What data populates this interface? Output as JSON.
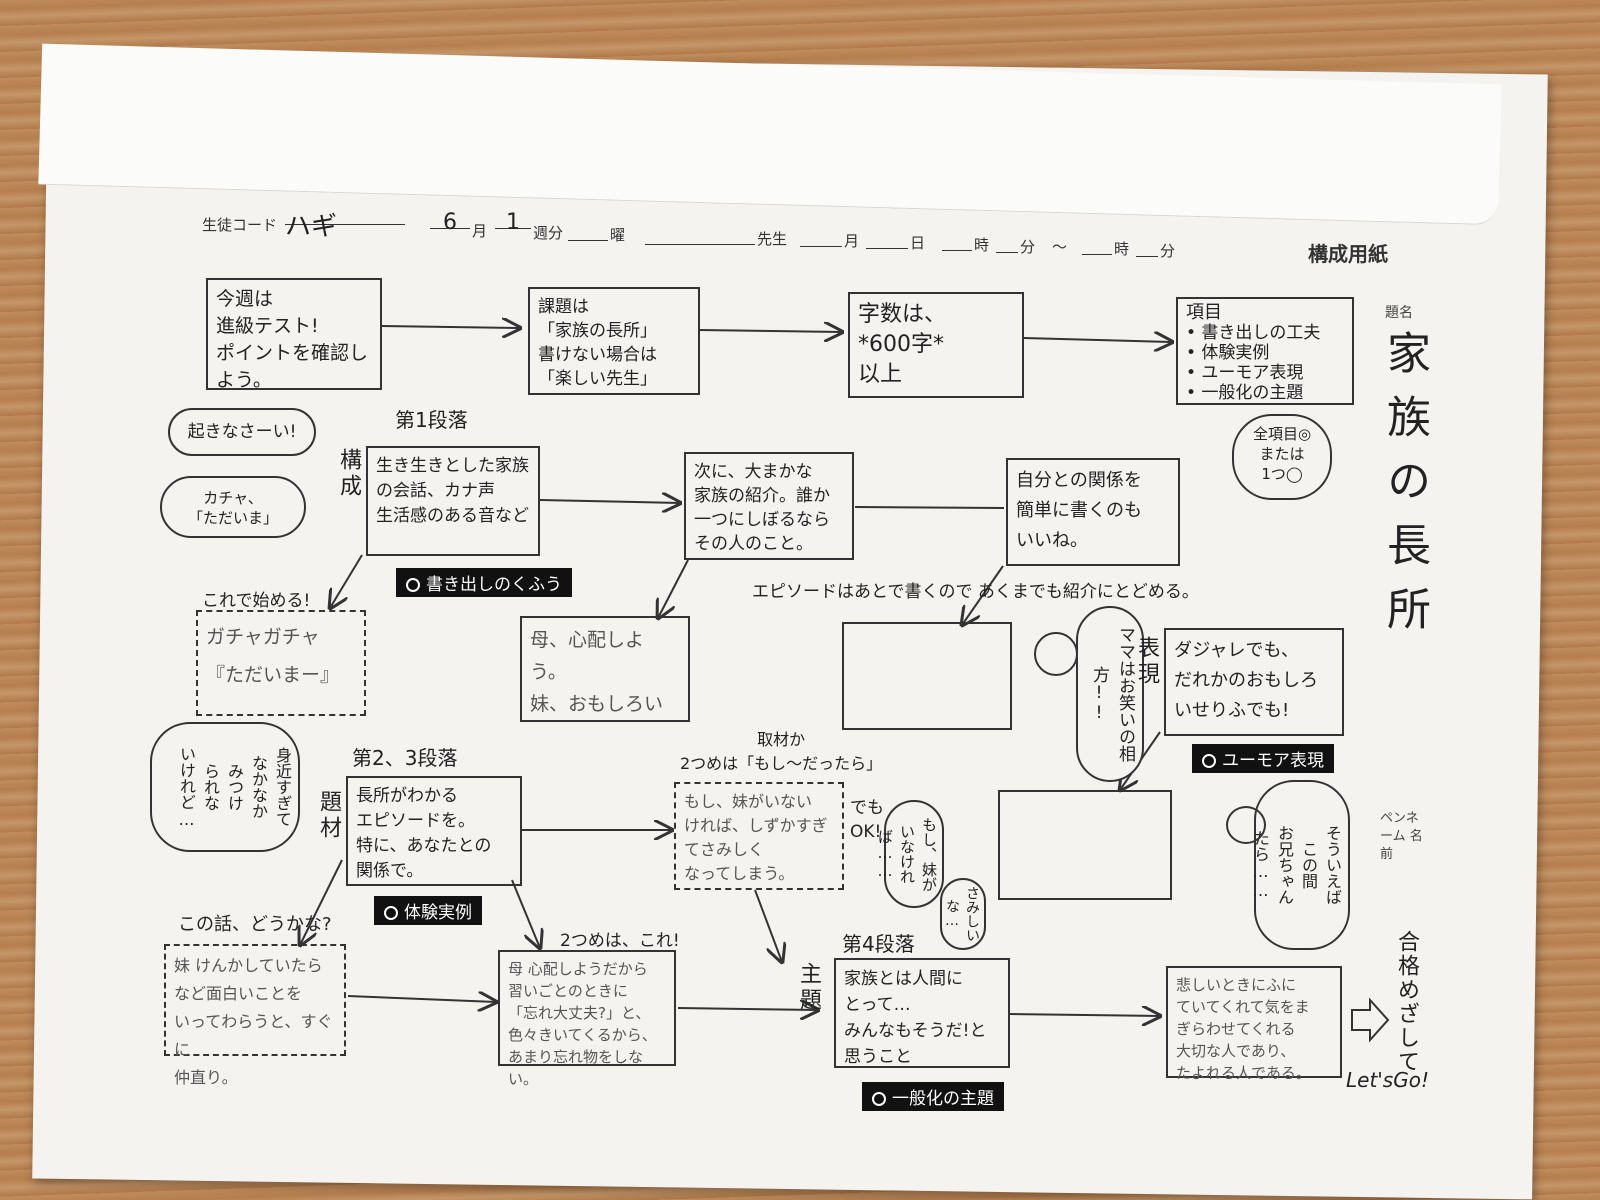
{
  "header": {
    "student_code_label": "生徒コード",
    "student_code_value": "ハギ",
    "month_value": "6",
    "month_label": "月",
    "week_value": "1",
    "week_label": "週分",
    "day_label": "曜",
    "teacher_label": "先生",
    "date_month_label": "月",
    "date_day_label": "日",
    "hour_label": "時",
    "minute_label": "分",
    "tilde": "〜",
    "hour2_label": "時",
    "minute2_label": "分",
    "sheet_title": "構成用紙"
  },
  "title_section": {
    "label": "題名",
    "value": "家族の長所"
  },
  "name_section": {
    "label": "ペンネーム 名前"
  },
  "top_row": {
    "box1": "今週は\n進級テスト!\nポイントを確認しよう。",
    "box2": "課題は\n「家族の長所」\n書けない場合は\n「楽しい先生」",
    "box3": "字数は、\n*600字*\n以上",
    "box4_title": "項目",
    "box4_items": [
      "書き出しの工夫",
      "体験実例",
      "ユーモア表現",
      "一般化の主題"
    ],
    "all_items_bubble": "全項目◎\nまたは\n1つ◯"
  },
  "paragraph1": {
    "heading": "第1段落",
    "side_label": "構成",
    "bubble1": "起きなさーい!",
    "bubble2": "カチャ、\n「ただいま」",
    "main_box": "生き生きとした家族\nの会話、カナ声\n生活感のある音など",
    "tag": "書き出しのくふう",
    "start_note": "これで始める!",
    "answer_box": "ガチャガチャ\n『ただいまー』",
    "intro_box": "次に、大まかな\n家族の紹介。誰か\n一つにしぼるなら\nその人のこと。",
    "relation_box": "自分との関係を\n簡単に書くのも\nいいね。",
    "episode_note": "エピソードはあとで書くので あくまでも紹介にとどめる。",
    "answer_box2": "母、心配しよう。\n妹、おもしろい"
  },
  "humor": {
    "side_label": "表現",
    "bubble": "ママはお笑いの相方!!",
    "box": "ダジャレでも、\nだれかのおもしろ\nいせりふでも!",
    "tag": "ユーモア表現",
    "bubble2": "そういえば\nこの間\nお兄ちゃん\nたら……"
  },
  "paragraph23": {
    "heading": "第2、3段落",
    "side_label": "題材",
    "bear_bubble": "身近すぎて\nなかなか\nみつけ\nられな\nいけれど…",
    "main_box": "長所がわかる\nエピソードを。\n特に、あなたとの\n関係で。",
    "tag": "体験実例",
    "note_top": "取材か\n2つめは「もし〜だったら」",
    "if_box": "もし、妹がいない\nければ、しずかすぎ\nてさみしく\nなってしまう。",
    "ok_note": "でも\nOK!",
    "rabbit_bubble": "もし、妹が\nいなければ……",
    "rabbit_bubble2": "さみしいな…",
    "question_note": "この話、どうかな?",
    "answer_box1": "妹 けんかしていたら\nなど面白いことを\nいってわらうと、すぐに\n仲直り。",
    "second_note": "2つめは、これ!",
    "answer_box2": "母 心配しようだから\n習いごとのときに\n「忘れ大丈夫?」と、\n色々きいてくるから、\nあまり忘れ物をしない。"
  },
  "paragraph4": {
    "heading": "第4段落",
    "side_label": "主題",
    "main_box": "家族とは人間に\nとって…\nみんなもそうだ!と思うこと",
    "tag": "一般化の主題",
    "answer_box": "悲しいときにふに\nていてくれて気をま\nぎらわせてくれる\n大切な人であり、\nたよれる人である。",
    "goal_note": "合格めざして",
    "lets_go": "Let'sGo!"
  }
}
